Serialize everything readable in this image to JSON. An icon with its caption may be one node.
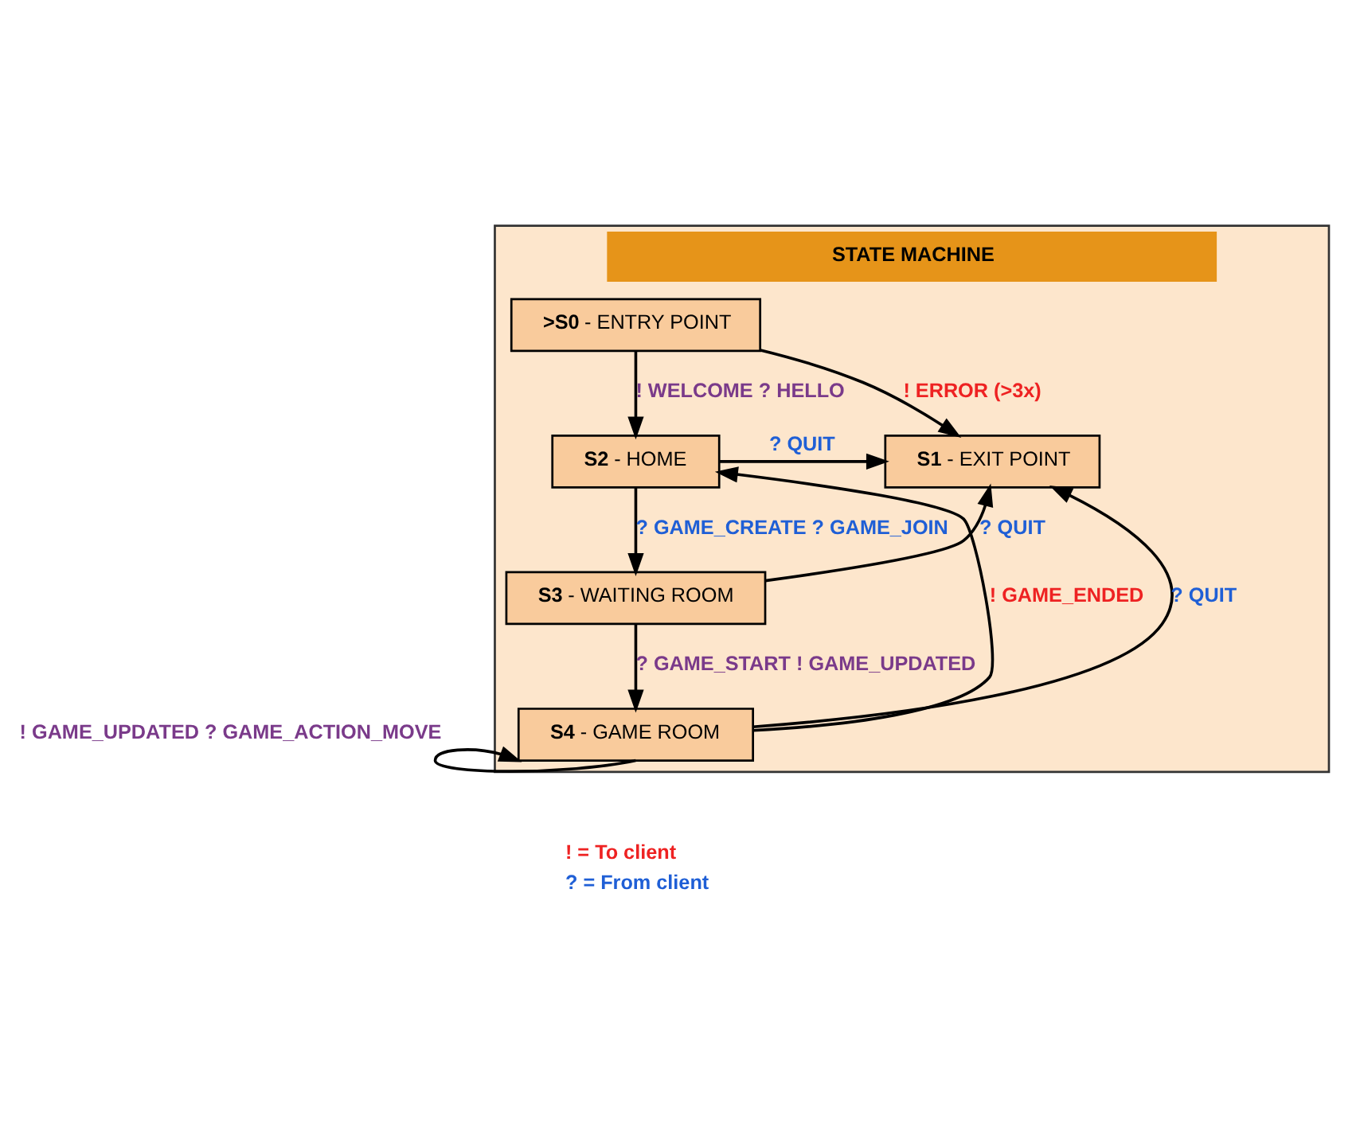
{
  "diagram": {
    "nodes": [
      {
        "text": [
          "STATE MACHINE"
        ]
      },
      {
        "text": [
          "**>S0** - ENTRY POINT"
        ],
        "in": 0
      },
      {
        "text": [
          "**S2** - HOME"
        ],
        "in": 0
      },
      {
        "text": [
          "**S1** - EXIT POINT"
        ],
        "in": 0
      },
      {
        "text": [
          "**S3** - WAITING ROOM"
        ],
        "in": 0
      },
      {
        "text": [
          "**S4** - GAME ROOM"
        ],
        "in": 0
      }
    ],
    "edges": [
      {
        "from": 1,
        "to": 3,
        "arrow": "to",
        "label": "! ERROR (>3x)"
      },
      {
        "from": 1,
        "to": 2,
        "arrow": "to",
        "label": "! WELCOME ? HELLO"
      },
      {
        "from": 2,
        "to": 3,
        "arrow": "to",
        "label": "? QUIT"
      },
      {
        "from": 2,
        "to": 4,
        "arrow": "to",
        "label": "? GAME_CREATE ? GAME_JOIN"
      },
      {
        "from": 4,
        "to": 3,
        "arrow": "to",
        "label": "? QUIT"
      },
      {
        "from": 4,
        "to": 5,
        "arrow": "to",
        "label": "? GAME_START ! GAME_UPDATED"
      },
      {
        "from": 5,
        "to": 3,
        "arrow": "to",
        "label": "? QUIT"
      },
      {
        "from": 5,
        "to": 2,
        "arrow": "to",
        "label": "! GAME_ENDED"
      },
      {
        "from": 5,
        "to": 5,
        "arrow": "to",
        "label": "! GAME_UPDATED ? GAME_ACTION_MOVE"
      }
    ],
    "labels": [
      "! = To client",
      "? = From client"
    ]
  }
}
